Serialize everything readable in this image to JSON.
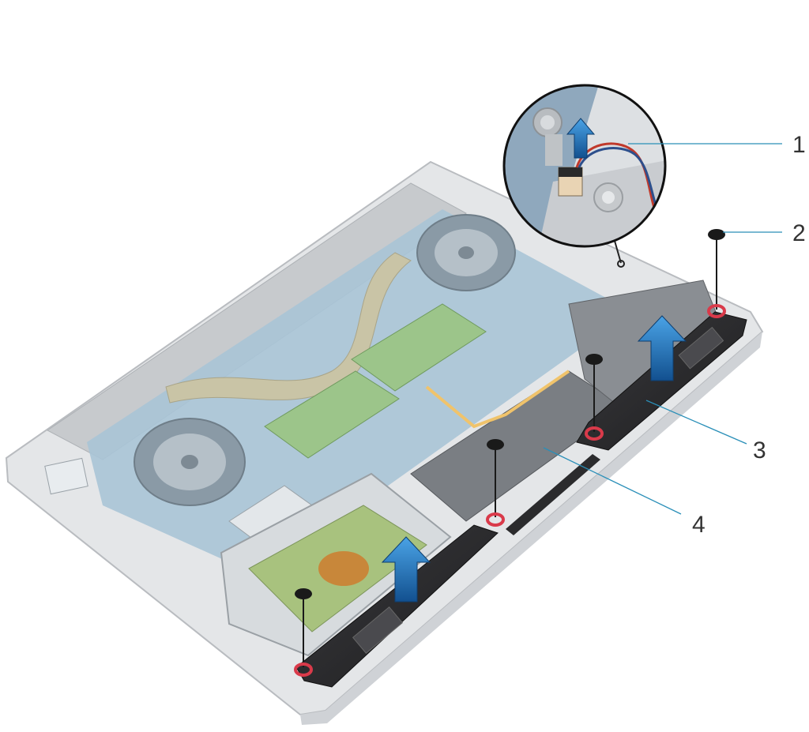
{
  "callouts": [
    {
      "id": "1",
      "label": "1"
    },
    {
      "id": "2",
      "label": "2"
    },
    {
      "id": "3",
      "label": "3"
    },
    {
      "id": "4",
      "label": "4"
    }
  ],
  "colors": {
    "chassis": "#e4e6e8",
    "chassis_edge": "#b9bcc0",
    "board": "#a9c4d6",
    "heatpipe": "#c9c4a6",
    "ram": "#9cc58a",
    "speaker": "#2b2b2d",
    "screw_ring": "#d93a4a",
    "arrow": "#1f6fb5",
    "leader": "#2a8fb8"
  }
}
